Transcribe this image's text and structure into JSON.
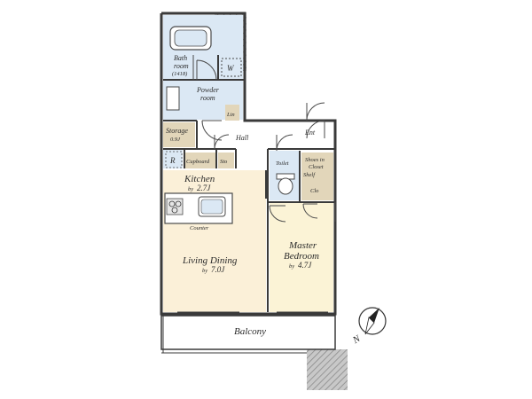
{
  "rooms": {
    "bath": {
      "line1": "Bath",
      "line2": "room",
      "line3": "(1418)"
    },
    "washer": "W",
    "powder": {
      "line1": "Powder",
      "line2": "room"
    },
    "linen": "Lin",
    "storage": {
      "name": "Storage",
      "size": "0.9J"
    },
    "hall": "Hall",
    "entrance": "Ent",
    "fridge": "R",
    "cupboard": "Cupboard",
    "sto": "Sto",
    "toilet": "Toilet",
    "shoes": {
      "line1": "Shoes in",
      "line2": "Closet",
      "line3": "Shelf"
    },
    "closet": "Clo",
    "kitchen": {
      "name": "Kitchen",
      "size_prefix": "by",
      "size": "2.7J"
    },
    "counter": "Counter",
    "living": {
      "name": "Living Dining",
      "size_prefix": "by",
      "size": "7.0J"
    },
    "master": {
      "line1": "Master",
      "line2": "Bedroom",
      "size_prefix": "by",
      "size": "4.7J"
    },
    "balcony": "Balcony"
  },
  "compass": {
    "label": "N"
  },
  "colors": {
    "wall": "#3a3a3a",
    "bath": "#dbe8f4",
    "storage": "#e2d6ba",
    "living": "#fbf0d8",
    "bedroom": "#fbf3d6",
    "hatch": "#9a9a9a",
    "concrete": "#b5b5b5"
  }
}
